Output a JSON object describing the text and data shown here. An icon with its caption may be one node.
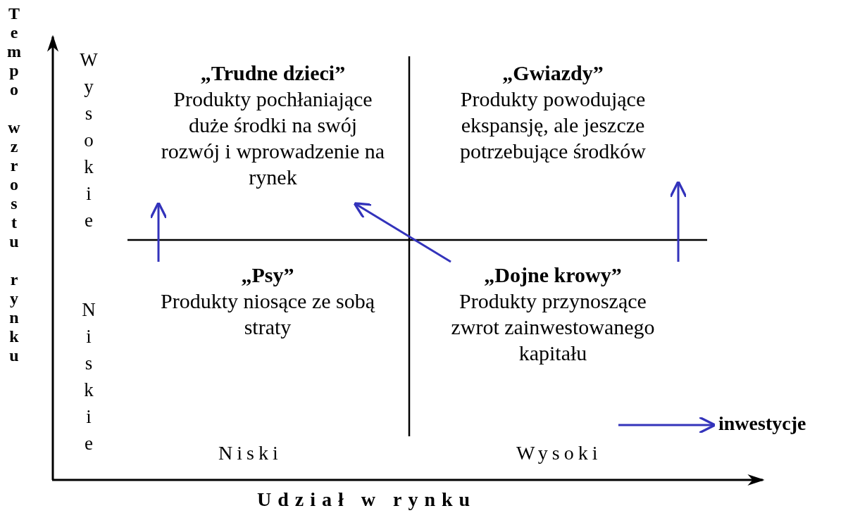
{
  "diagram": {
    "nodes": [
      {
        "text": [
          "„Trudne dzieci”",
          "Produkty pochłaniające duże środki na swój rozwój i wprowadzenie na rynek"
        ]
      },
      {
        "text": [
          "„Gwiazdy”",
          "Produkty powodujące ekspansję, ale jeszcze potrzebujące środków"
        ]
      },
      {
        "text": [
          "„Psy”",
          "Produkty niosące ze sobą straty"
        ]
      },
      {
        "text": [
          "„Dojne krowy”",
          "Produkty przynoszące zwrot zainwestowanego kapitału"
        ]
      }
    ],
    "edges": [
      {
        "from": 2,
        "to": 0,
        "arrow": "to",
        "color": "#3333bb"
      },
      {
        "from": 3,
        "to": 0,
        "arrow": "to",
        "color": "#3333bb"
      },
      {
        "from": 3,
        "to": 1,
        "arrow": "to",
        "color": "#3333bb"
      }
    ],
    "labels": [
      "Tempo wzrostu rynku",
      "Wysokie",
      "Niskie",
      "Niski",
      "Wysoki",
      "Udział w rynku"
    ],
    "legend": [
      {
        "text": "inwestycje"
      }
    ]
  }
}
